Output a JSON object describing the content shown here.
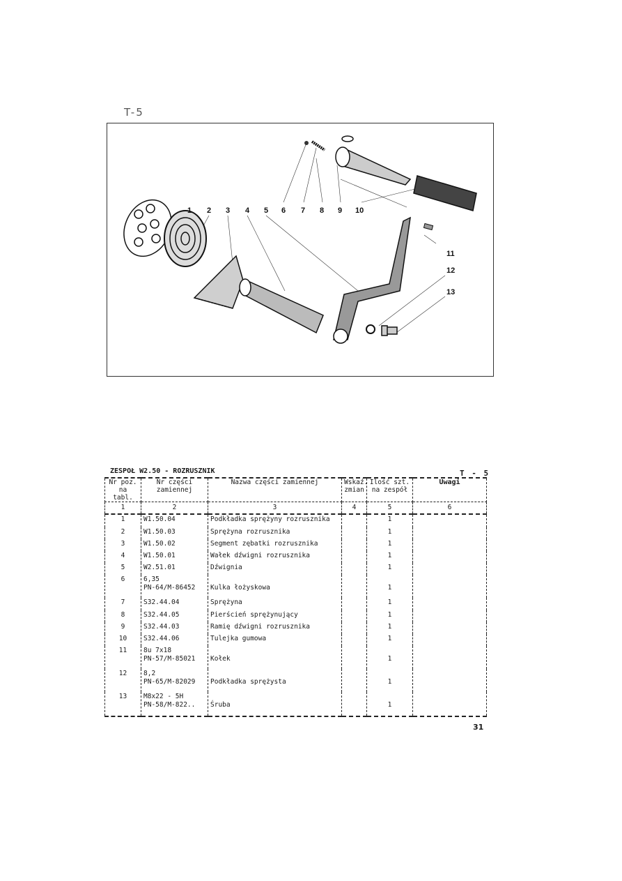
{
  "figure": {
    "label": "T-5",
    "callouts": [
      "1",
      "2",
      "3",
      "4",
      "5",
      "6",
      "7",
      "8",
      "9",
      "10",
      "11",
      "12",
      "13"
    ]
  },
  "table": {
    "title": "ZESPOŁ W2.50 - ROZRUSZNIK",
    "tag": "T - 5",
    "headers": [
      [
        "Nr poz.",
        "na tabl."
      ],
      [
        "Nr części",
        "zamiennej"
      ],
      [
        "Nazwa części zamiennej"
      ],
      [
        "Wskaź.",
        "zmian"
      ],
      [
        "Ilość szt.",
        "na zespół"
      ],
      [
        "Uwagi"
      ]
    ],
    "column_numbers": [
      "1",
      "2",
      "3",
      "4",
      "5",
      "6"
    ],
    "rows": [
      {
        "poz": "1",
        "nr": [
          "W1.50.04"
        ],
        "nazwa": "Podkładka sprężyny rozrusznika",
        "ilosc": "1"
      },
      {
        "poz": "2",
        "nr": [
          "W1.50.03"
        ],
        "nazwa": "Sprężyna rozrusznika",
        "ilosc": "1"
      },
      {
        "poz": "3",
        "nr": [
          "W1.50.02"
        ],
        "nazwa": "Segment zębatki rozrusznika",
        "ilosc": "1"
      },
      {
        "poz": "4",
        "nr": [
          "W1.50.01"
        ],
        "nazwa": "Wałek dźwigni rozrusznika",
        "ilosc": "1"
      },
      {
        "poz": "5",
        "nr": [
          "W2.51.01"
        ],
        "nazwa": "Dźwignia",
        "ilosc": "1"
      },
      {
        "poz": "6",
        "nr": [
          "6,35",
          "PN-64/M-86452"
        ],
        "nazwa": "Kulka łożyskowa",
        "ilosc": "1"
      },
      {
        "poz": "7",
        "nr": [
          "S32.44.04"
        ],
        "nazwa": "Sprężyna",
        "ilosc": "1"
      },
      {
        "poz": "8",
        "nr": [
          "S32.44.05"
        ],
        "nazwa": "Pierścień sprężynujący",
        "ilosc": "1"
      },
      {
        "poz": "9",
        "nr": [
          "S32.44.03"
        ],
        "nazwa": "Ramię dźwigni rozrusznika",
        "ilosc": "1"
      },
      {
        "poz": "10",
        "nr": [
          "S32.44.06"
        ],
        "nazwa": "Tulejka gumowa",
        "ilosc": "1"
      },
      {
        "poz": "11",
        "nr": [
          "8u 7x18",
          "PN-57/M-85021"
        ],
        "nazwa": "Kołek",
        "ilosc": "1"
      },
      {
        "poz": "12",
        "nr": [
          "8,2",
          "PN-65/M-82029"
        ],
        "nazwa": "Podkładka sprężysta",
        "ilosc": "1"
      },
      {
        "poz": "13",
        "nr": [
          "M8x22 - 5H",
          "PN-58/M-822.."
        ],
        "nazwa": "Śruba",
        "ilosc": "1"
      }
    ]
  },
  "page_number": "31"
}
